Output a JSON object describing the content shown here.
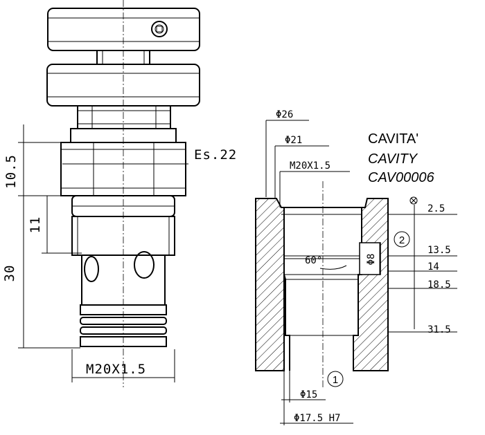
{
  "cartridge": {
    "hex_size": "Es.22",
    "thread": "M20X1.5",
    "dims": {
      "d1": "10.5",
      "d2": "11",
      "d3": "30"
    }
  },
  "cavity": {
    "title_it": "CAVITA'",
    "title_en": "CAVITY",
    "code": "CAV00006",
    "dia_outer": "Φ26",
    "dia_inner": "Φ21",
    "thread": "M20X1.5",
    "angle": "60°",
    "port_dia": "Φ8",
    "bore_dia": "Φ15",
    "bore_fit": "Φ17.5 H7",
    "depths": [
      "2.5",
      "13.5",
      "14",
      "18.5",
      "31.5"
    ],
    "port_in": "1",
    "port_side": "2"
  }
}
